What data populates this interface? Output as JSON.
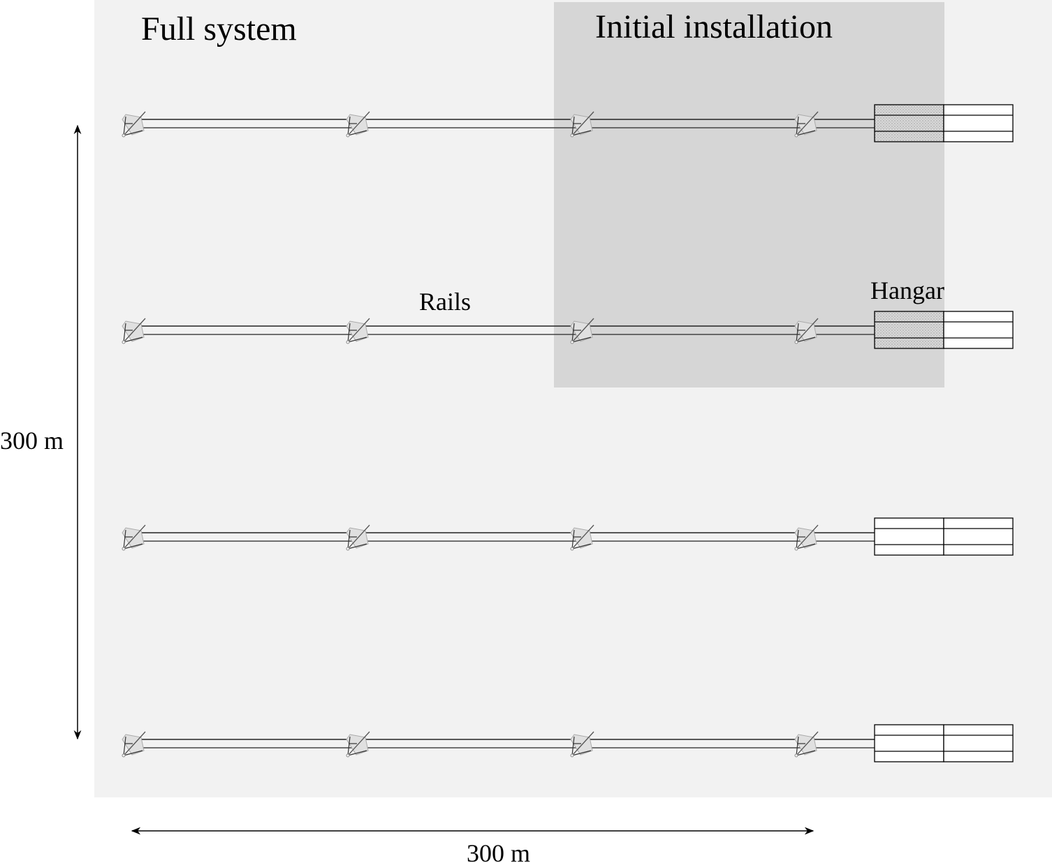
{
  "labels": {
    "full_system": "Full system",
    "initial_installation": "Initial installation",
    "rails": "Rails",
    "hangar": "Hangar",
    "vertical_scale": "300 m",
    "horizontal_scale": "300 m"
  },
  "layout_counts": {
    "rows": 4,
    "antennas_per_row": 4,
    "initial_rows_highlighted": 2
  },
  "colors": {
    "site_background": "#f2f2f2",
    "initial_region": "#d6d6d6",
    "hangar_initial_fill": "#d0d0d0",
    "hangar_fill": "#ffffff",
    "antenna_fill": "#e0e0e0"
  }
}
